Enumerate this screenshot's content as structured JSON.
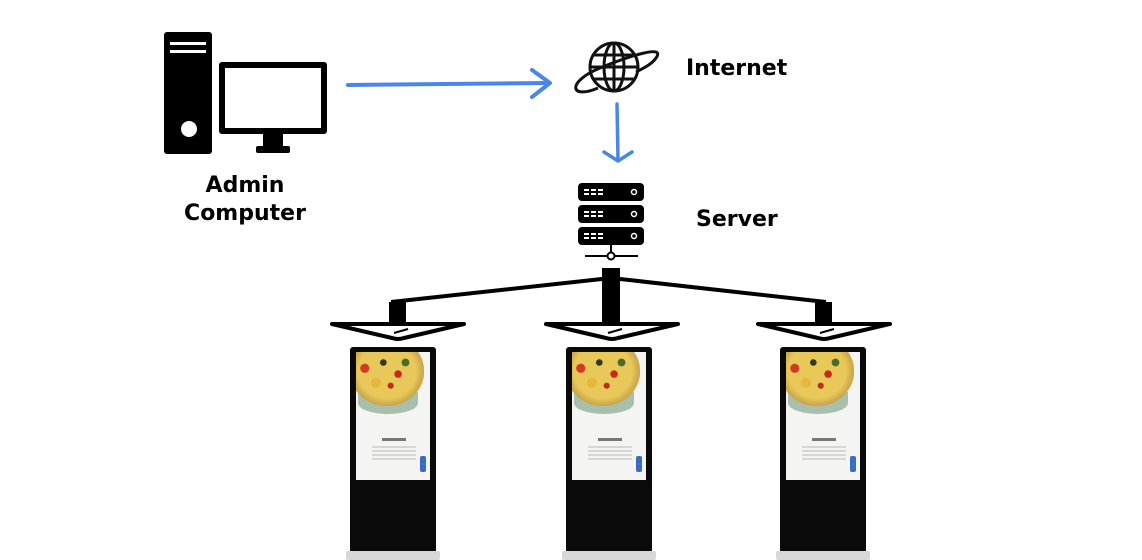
{
  "diagram": {
    "nodes": {
      "admin_computer": {
        "label_line1": "Admin",
        "label_line2": "Computer",
        "icon": "desktop-computer-icon"
      },
      "internet": {
        "label": "Internet",
        "icon": "globe-icon"
      },
      "server": {
        "label": "Server",
        "icon": "server-rack-icon"
      },
      "kiosks": [
        {
          "icon": "digital-signage-kiosk-icon"
        },
        {
          "icon": "digital-signage-kiosk-icon"
        },
        {
          "icon": "digital-signage-kiosk-icon"
        }
      ]
    },
    "edges": [
      {
        "from": "admin_computer",
        "to": "internet",
        "style": "arrow",
        "color": "#4a86e8"
      },
      {
        "from": "internet",
        "to": "server",
        "style": "arrow",
        "color": "#4a86e8"
      },
      {
        "from": "server",
        "to": "kiosk-1",
        "style": "distribution",
        "color": "#000000"
      },
      {
        "from": "server",
        "to": "kiosk-2",
        "style": "distribution",
        "color": "#000000"
      },
      {
        "from": "server",
        "to": "kiosk-3",
        "style": "distribution",
        "color": "#000000"
      }
    ],
    "colors": {
      "arrow": "#4a86e8",
      "icons": "#000000",
      "background": "#ffffff"
    }
  }
}
